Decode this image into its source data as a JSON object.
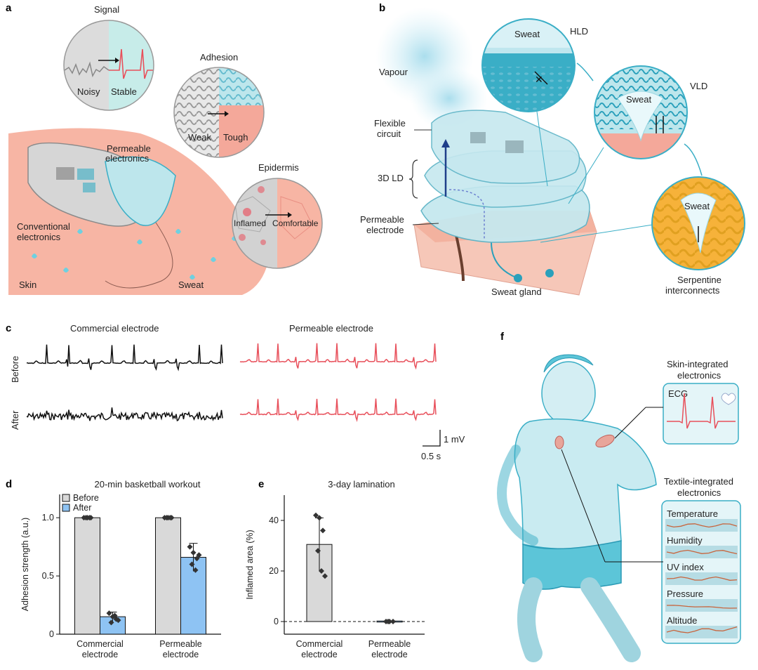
{
  "panels": {
    "a": {
      "letter": "a",
      "signal": {
        "title": "Signal",
        "left": "Noisy",
        "right": "Stable"
      },
      "adhesion": {
        "title": "Adhesion",
        "left": "Weak",
        "right": "Tough"
      },
      "epidermis": {
        "title": "Epidermis",
        "left": "Inflamed",
        "right": "Comfortable"
      },
      "permeable": "Permeable electronics",
      "conventional": "Conventional electronics",
      "skin": "Skin",
      "sweat": "Sweat",
      "colors": {
        "skin": "#f7b5a4",
        "cyan": "#7fd3dc",
        "device": "#c9e9ee",
        "ecg_red": "#e8505b"
      }
    },
    "b": {
      "letter": "b",
      "vapour": "Vapour",
      "flexible_circuit": "Flexible circuit",
      "ld3d": "3D LD",
      "permeable_electrode": "Permeable electrode",
      "sweat_gland": "Sweat gland",
      "hld": "HLD",
      "vld": "VLD",
      "sweat": "Sweat",
      "serpentine": "Serpentine interconnects"
    },
    "c": {
      "letter": "c",
      "commercial": "Commercial electrode",
      "permeable": "Permeable electrode",
      "before": "Before",
      "after": "After",
      "scale_v": "1 mV",
      "scale_t": "0.5 s",
      "colors": {
        "commercial": "#111111",
        "permeable": "#e8505b"
      }
    },
    "f": {
      "letter": "f",
      "skin_title": "Skin-integrated electronics",
      "ecg": "ECG",
      "textile_title": "Textile-integrated electronics",
      "sensors": [
        "Temperature",
        "Humidity",
        "UV index",
        "Pressure",
        "Altitude"
      ]
    }
  },
  "chart_data": [
    {
      "id": "d",
      "letter": "d",
      "type": "bar",
      "title": "20-min basketball workout",
      "ylabel": "Adhesion strength (a.u.)",
      "ylim": [
        0,
        1.2
      ],
      "yticks": [
        0,
        0.5,
        1.0
      ],
      "ytick_labels": [
        "0",
        "0.5",
        "1.0"
      ],
      "categories": [
        "Commercial electrode",
        "Permeable electrode"
      ],
      "legend": {
        "position": "top-left"
      },
      "series": [
        {
          "name": "Before",
          "color": "#d9d9d9",
          "values": [
            1.0,
            1.0
          ],
          "err": [
            0,
            0
          ],
          "points": [
            [
              1.0,
              1.0,
              1.0,
              1.0,
              1.0
            ],
            [
              1.0,
              1.0,
              1.0,
              1.0,
              1.0
            ]
          ]
        },
        {
          "name": "After",
          "color": "#8ec3f3",
          "values": [
            0.15,
            0.66
          ],
          "err": [
            0.04,
            0.12
          ],
          "points": [
            [
              0.18,
              0.15,
              0.13,
              0.1,
              0.16,
              0.12
            ],
            [
              0.75,
              0.7,
              0.65,
              0.6,
              0.55,
              0.68
            ]
          ]
        }
      ]
    },
    {
      "id": "e",
      "letter": "e",
      "type": "bar",
      "title": "3-day lamination",
      "ylabel": "Inflamed area (%)",
      "ylim": [
        -5,
        50
      ],
      "yticks": [
        0,
        20,
        40
      ],
      "ytick_labels": [
        "0",
        "20",
        "40"
      ],
      "categories": [
        "Commercial electrode",
        "Permeable electrode"
      ],
      "reference_line": 0,
      "series": [
        {
          "color_list": [
            "#d9d9d9",
            "#8ec3f3"
          ],
          "values": [
            30.5,
            0
          ],
          "err": [
            10.5,
            0
          ],
          "points": [
            [
              42,
              41,
              36,
              28,
              20,
              18
            ],
            [
              0,
              0,
              0,
              0
            ]
          ]
        }
      ]
    }
  ]
}
